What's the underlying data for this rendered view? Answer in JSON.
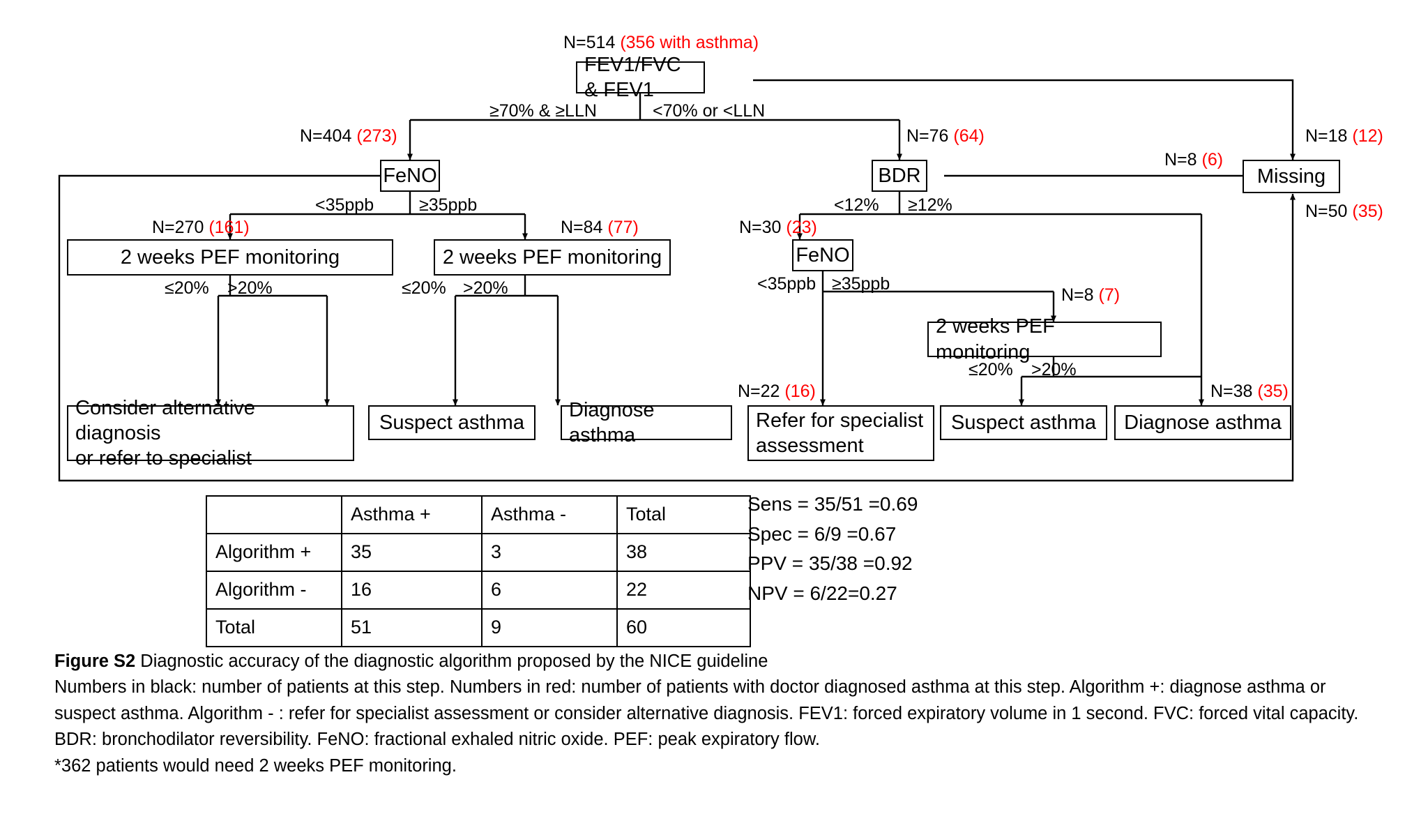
{
  "figure": {
    "label": "Figure S2",
    "title": "Diagnostic accuracy of the diagnostic algorithm proposed by the NICE guideline",
    "note_legend": "Numbers in black: number of patients at this step. Numbers in red: number of patients with doctor diagnosed asthma at this step. Algorithm +: diagnose asthma or suspect asthma. Algorithm - : refer for specialist assessment or consider alternative diagnosis. FEV1: forced expiratory volume in 1 second. FVC: forced vital capacity. BDR: bronchodilator reversibility. FeNO: fractional exhaled nitric oxide. PEF: peak expiratory flow.",
    "footnote": "*362 patients would need 2 weeks PEF monitoring."
  },
  "colors": {
    "red": "#FF0000",
    "black": "#000000",
    "line": "#000000"
  },
  "flow": {
    "nodes": {
      "root": "FEV1/FVC & FEV1",
      "feno_left": "FeNO",
      "bdr": "BDR",
      "missing": "Missing",
      "pef_left_1": "2 weeks PEF monitoring",
      "pef_left_2": "2 weeks PEF monitoring",
      "feno_right": "FeNO",
      "pef_right": "2 weeks PEF monitoring",
      "out_consider": "Consider alternative diagnosis\nor refer to specialist",
      "out_suspect_left": "Suspect asthma",
      "out_diagnose_left": "Diagnose asthma",
      "out_refer": "Refer for specialist\nassessment",
      "out_suspect_right": "Suspect asthma",
      "out_diagnose_right": "Diagnose asthma"
    },
    "counts": {
      "root": {
        "n": "N=514",
        "red": "(356 with asthma)"
      },
      "to_feno_left": {
        "n": "N=404",
        "red": "(273)"
      },
      "to_bdr": {
        "n": "N=76",
        "red": "(64)"
      },
      "root_to_missing": {
        "n": "N=18",
        "red": "(12)"
      },
      "bdr_to_missing": {
        "n": "N=8",
        "red": "(6)"
      },
      "feno_left_to_missing": {
        "n": "N=50",
        "red": "(35)"
      },
      "to_pef_left_1": {
        "n": "N=270",
        "red": "(161)"
      },
      "to_pef_left_2": {
        "n": "N=84",
        "red": "(77)"
      },
      "to_feno_right": {
        "n": "N=30",
        "red": "(23)"
      },
      "to_pef_right": {
        "n": "N=8",
        "red": "(7)"
      },
      "to_refer": {
        "n": "N=22",
        "red": "(16)"
      },
      "to_diagnose_right": {
        "n": "N=38",
        "red": "(35)"
      }
    },
    "conditions": {
      "root_left": "≥70% & ≥LLN",
      "root_right": "<70% or <LLN",
      "feno_left_low": "<35ppb",
      "feno_left_high": "≥35ppb",
      "bdr_low": "<12%",
      "bdr_high": "≥12%",
      "pef_l1_low": "≤20%",
      "pef_l1_high": ">20%",
      "pef_l2_low": "≤20%",
      "pef_l2_high": ">20%",
      "feno_right_low": "<35ppb",
      "feno_right_high": "≥35ppb",
      "pef_r_low": "≤20%",
      "pef_r_high": ">20%"
    }
  },
  "table": {
    "headers": [
      "",
      "Asthma +",
      "Asthma -",
      "Total"
    ],
    "rows": [
      {
        "label": "Algorithm +",
        "values": [
          "35",
          "3",
          "38"
        ]
      },
      {
        "label": "Algorithm -",
        "values": [
          "16",
          "6",
          "22"
        ]
      },
      {
        "label": "Total",
        "values": [
          "51",
          "9",
          "60"
        ]
      }
    ]
  },
  "stats": [
    "Sens = 35/51 =0.69",
    "Spec = 6/9 =0.67",
    "PPV = 35/38 =0.92",
    "NPV = 6/22=0.27"
  ],
  "chart_data": {
    "type": "table",
    "title": "Diagnostic accuracy of the diagnostic algorithm proposed by the NICE guideline",
    "categories": [
      "Asthma +",
      "Asthma -",
      "Total"
    ],
    "series": [
      {
        "name": "Algorithm +",
        "values": [
          35,
          3,
          38
        ]
      },
      {
        "name": "Algorithm -",
        "values": [
          16,
          6,
          22
        ]
      },
      {
        "name": "Total",
        "values": [
          51,
          9,
          60
        ]
      }
    ],
    "annotations": [
      "Sens = 35/51 =0.69",
      "Spec = 6/9 =0.67",
      "PPV = 35/38 =0.92",
      "NPV = 6/22=0.27"
    ],
    "flow_counts": {
      "FEV1/FVC & FEV1": {
        "n": 514,
        "asthma": 356
      },
      "FeNO (left)": {
        "n": 404,
        "asthma": 273
      },
      "BDR": {
        "n": 76,
        "asthma": 64
      },
      "Missing from root": {
        "n": 18,
        "asthma": 12
      },
      "Missing from BDR": {
        "n": 8,
        "asthma": 6
      },
      "Missing from FeNO left": {
        "n": 50,
        "asthma": 35
      },
      "2 weeks PEF monitoring (FeNO<35ppb)": {
        "n": 270,
        "asthma": 161
      },
      "2 weeks PEF monitoring (FeNO>=35ppb)": {
        "n": 84,
        "asthma": 77
      },
      "FeNO (right)": {
        "n": 30,
        "asthma": 23
      },
      "2 weeks PEF monitoring (right)": {
        "n": 8,
        "asthma": 7
      },
      "Refer for specialist assessment": {
        "n": 22,
        "asthma": 16
      },
      "Diagnose asthma (right)": {
        "n": 38,
        "asthma": 35
      }
    }
  }
}
